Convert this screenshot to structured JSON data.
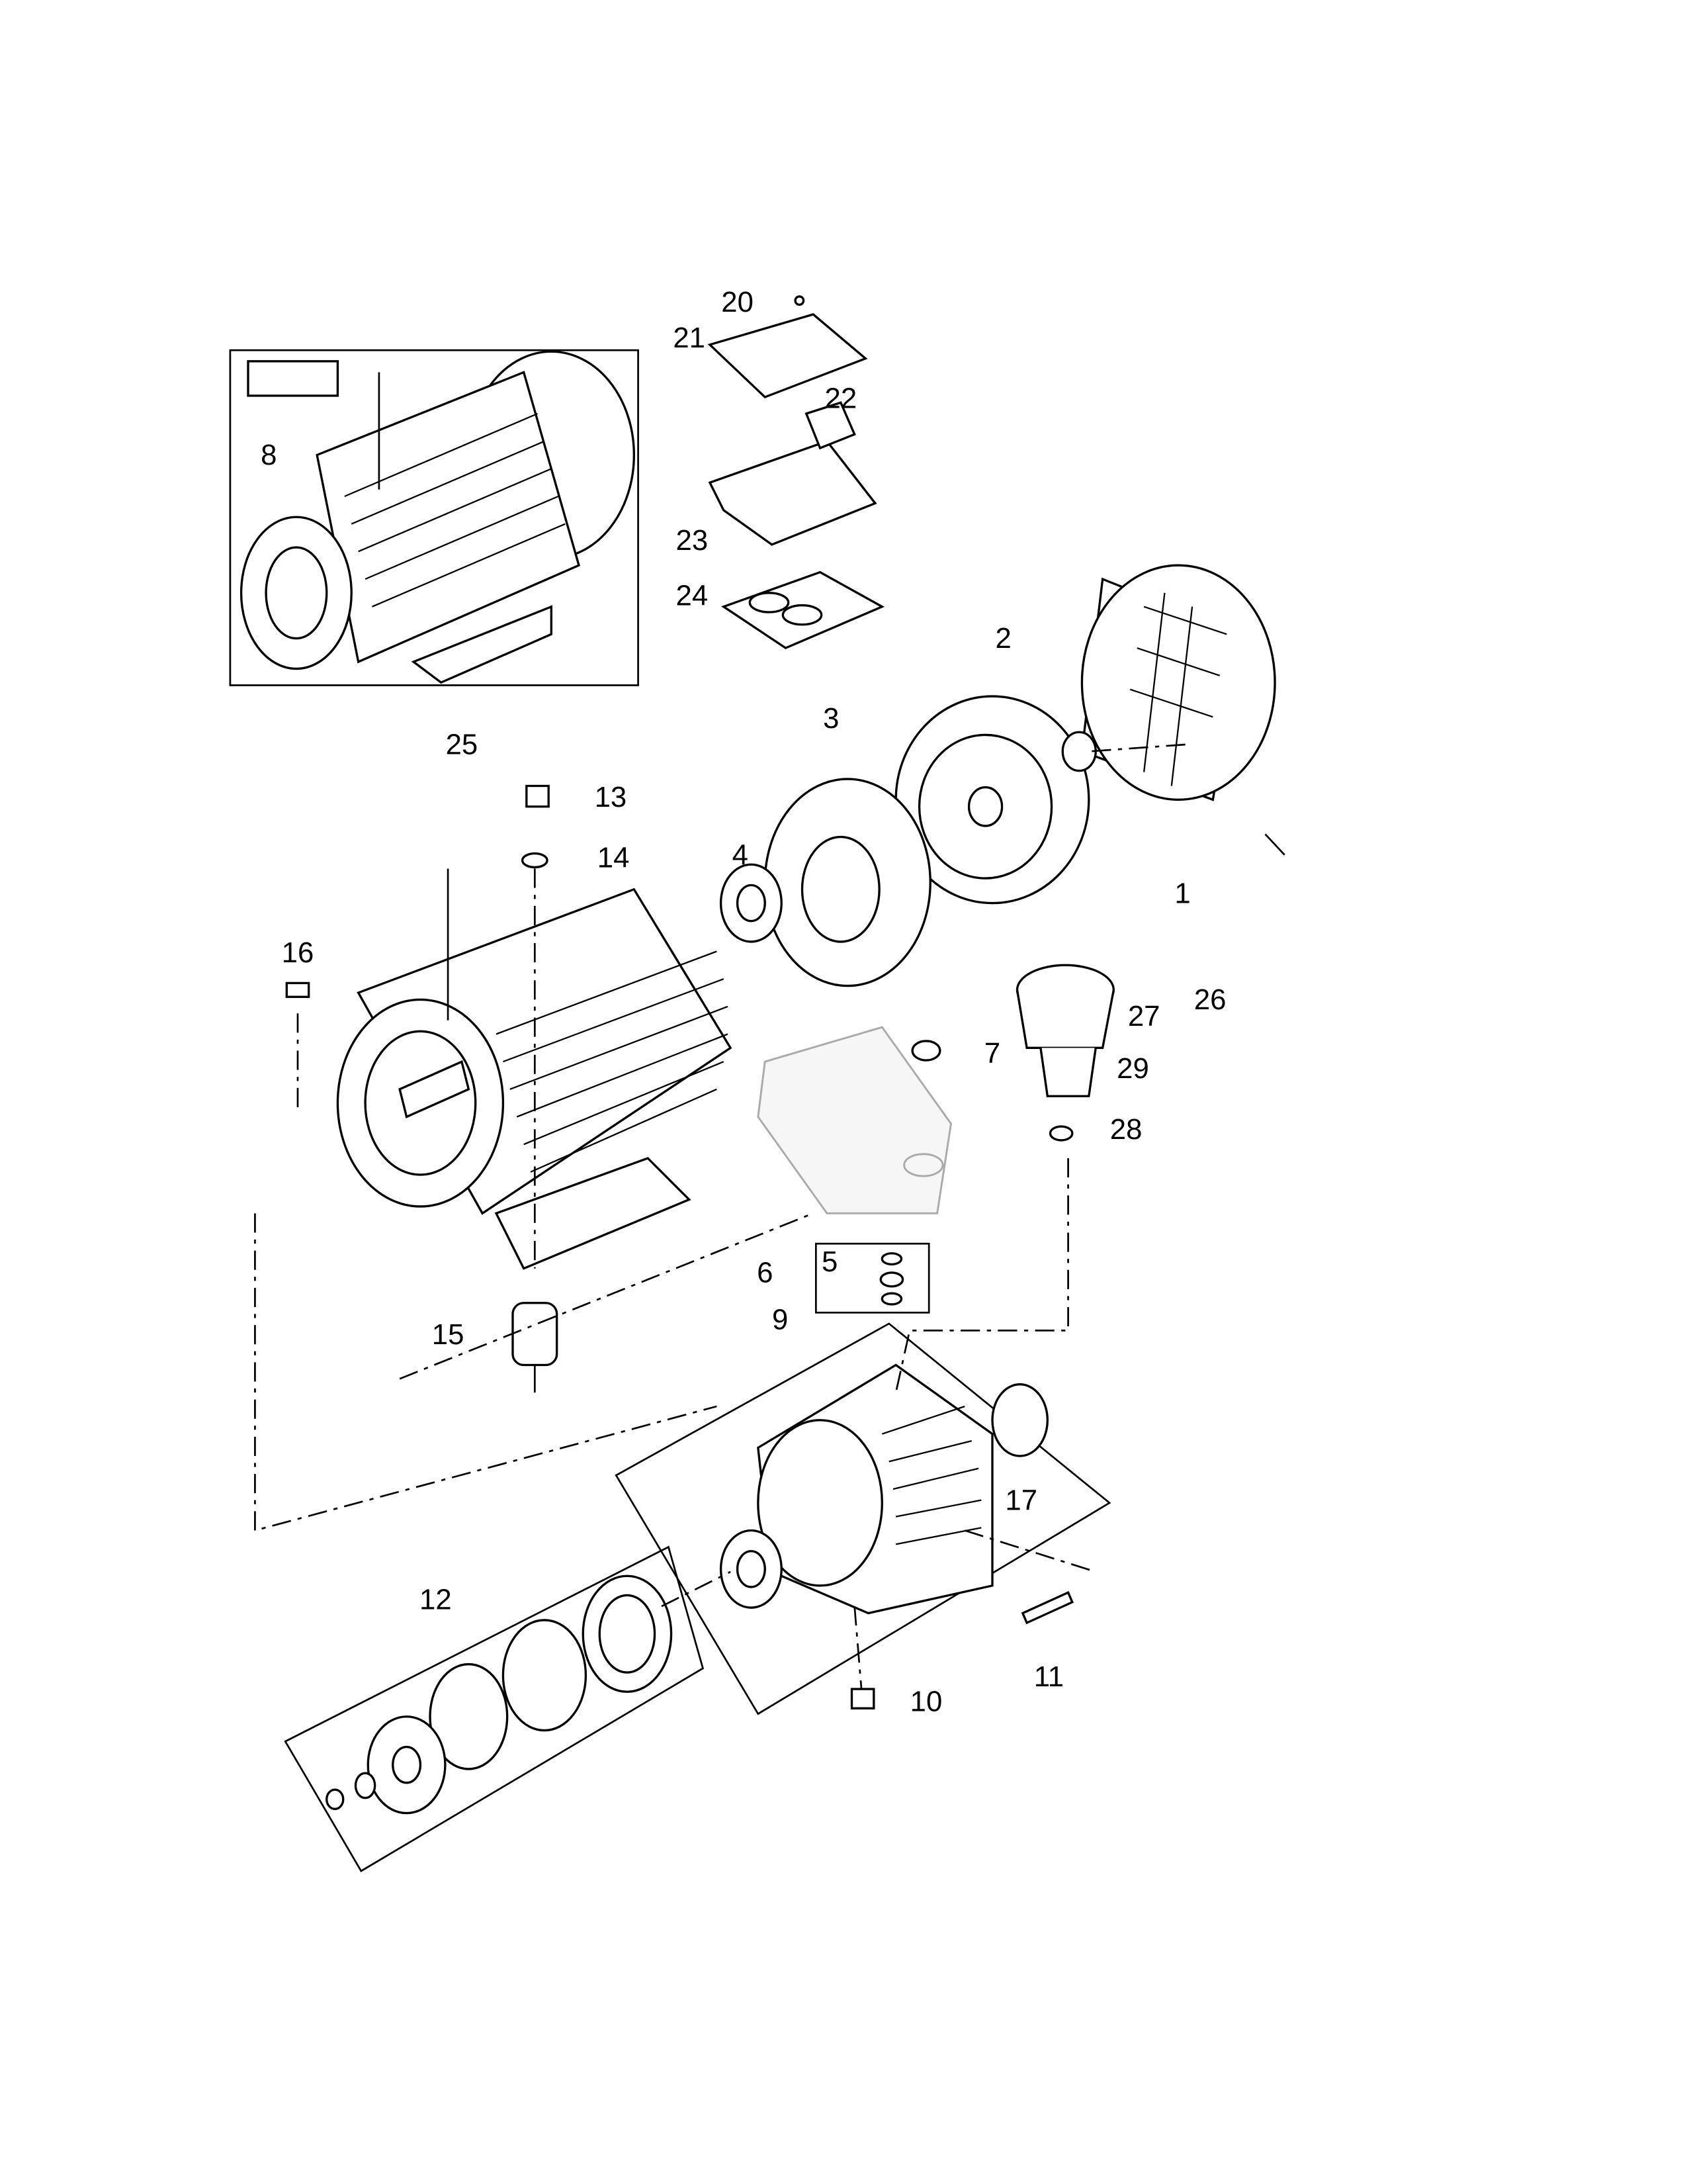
{
  "diagram": {
    "type": "exploded-parts-diagram",
    "part_labels": [
      "1",
      "2",
      "3",
      "4",
      "5",
      "6",
      "7",
      "8",
      "9",
      "10",
      "11",
      "12",
      "13",
      "14",
      "15",
      "16",
      "17",
      "20",
      "21",
      "22",
      "23",
      "24",
      "25",
      "26",
      "27",
      "28",
      "29"
    ]
  }
}
